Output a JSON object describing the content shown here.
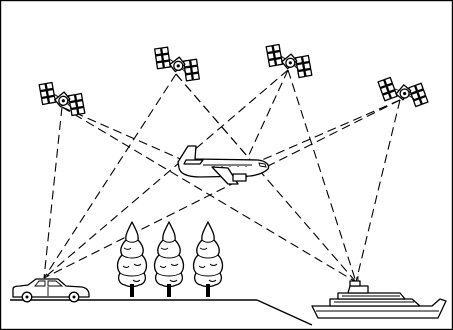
{
  "figure": {
    "subject": "satellite-positioning-illustration",
    "colors": {
      "ink": "#000000",
      "paper": "#ffffff"
    },
    "satellites": [
      {
        "id": "satellite-1",
        "icon": "satellite-icon"
      },
      {
        "id": "satellite-2",
        "icon": "satellite-icon"
      },
      {
        "id": "satellite-3",
        "icon": "satellite-icon"
      },
      {
        "id": "satellite-4",
        "icon": "satellite-icon"
      }
    ],
    "receivers": [
      {
        "id": "car",
        "icon": "car-icon"
      },
      {
        "id": "airplane",
        "icon": "airplane-icon"
      },
      {
        "id": "ship",
        "icon": "ship-icon"
      }
    ],
    "scenery": [
      {
        "id": "tree-1",
        "icon": "tree-icon"
      },
      {
        "id": "tree-2",
        "icon": "tree-icon"
      },
      {
        "id": "tree-3",
        "icon": "tree-icon"
      }
    ],
    "signal_style": "dashed"
  }
}
